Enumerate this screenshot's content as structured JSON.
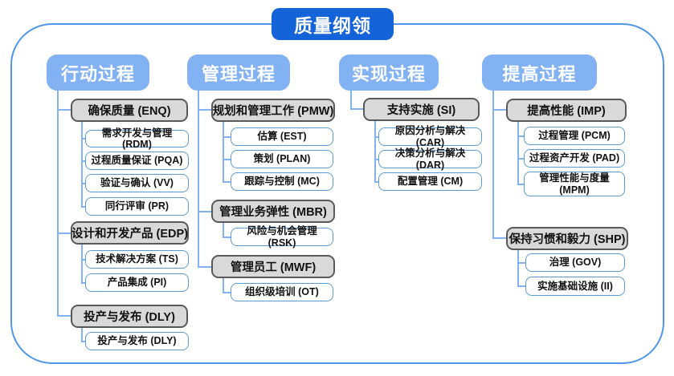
{
  "title": "质量纲领",
  "colors": {
    "title_bg": "#1463d8",
    "header_bg": "#82b2f4",
    "connector": "#82b2f4",
    "frame_border": "#4f97eb",
    "group_fill": "#d9d9d9",
    "group_border": "#595959",
    "leaf_border": "#5b9bd5"
  },
  "columns": [
    {
      "header": "行动过程",
      "groups": [
        {
          "label": "确保质量 (ENQ)",
          "children": [
            "需求开发与管理 (RDM)",
            "过程质量保证 (PQA)",
            "验证与确认 (VV)",
            "同行评审 (PR)"
          ]
        },
        {
          "label": "设计和开发产品 (EDP)",
          "children": [
            "技术解决方案 (TS)",
            "产品集成 (PI)"
          ]
        },
        {
          "label": "投产与发布 (DLY)",
          "children": [
            "投产与发布 (DLY)"
          ]
        }
      ]
    },
    {
      "header": "管理过程",
      "groups": [
        {
          "label": "规划和管理工作 (PMW)",
          "children": [
            "估算 (EST)",
            "策划 (PLAN)",
            "跟踪与控制 (MC)"
          ]
        },
        {
          "label": "管理业务弹性 (MBR)",
          "children": [
            "风险与机会管理 (RSK)"
          ]
        },
        {
          "label": "管理员工 (MWF)",
          "children": [
            "组织级培训 (OT)"
          ]
        }
      ]
    },
    {
      "header": "实现过程",
      "groups": [
        {
          "label": "支持实施 (SI)",
          "children": [
            "原因分析与解决 (CAR)",
            "决策分析与解决 (DAR)",
            "配置管理 (CM)"
          ]
        }
      ]
    },
    {
      "header": "提高过程",
      "groups": [
        {
          "label": "提高性能 (IMP)",
          "children": [
            "过程管理 (PCM)",
            "过程资产开发 (PAD)",
            "管理性能与度量 (MPM)"
          ]
        },
        {
          "label": "保持习惯和毅力 (SHP)",
          "children": [
            "治理 (GOV)",
            "实施基础设施 (II)"
          ]
        }
      ]
    }
  ]
}
